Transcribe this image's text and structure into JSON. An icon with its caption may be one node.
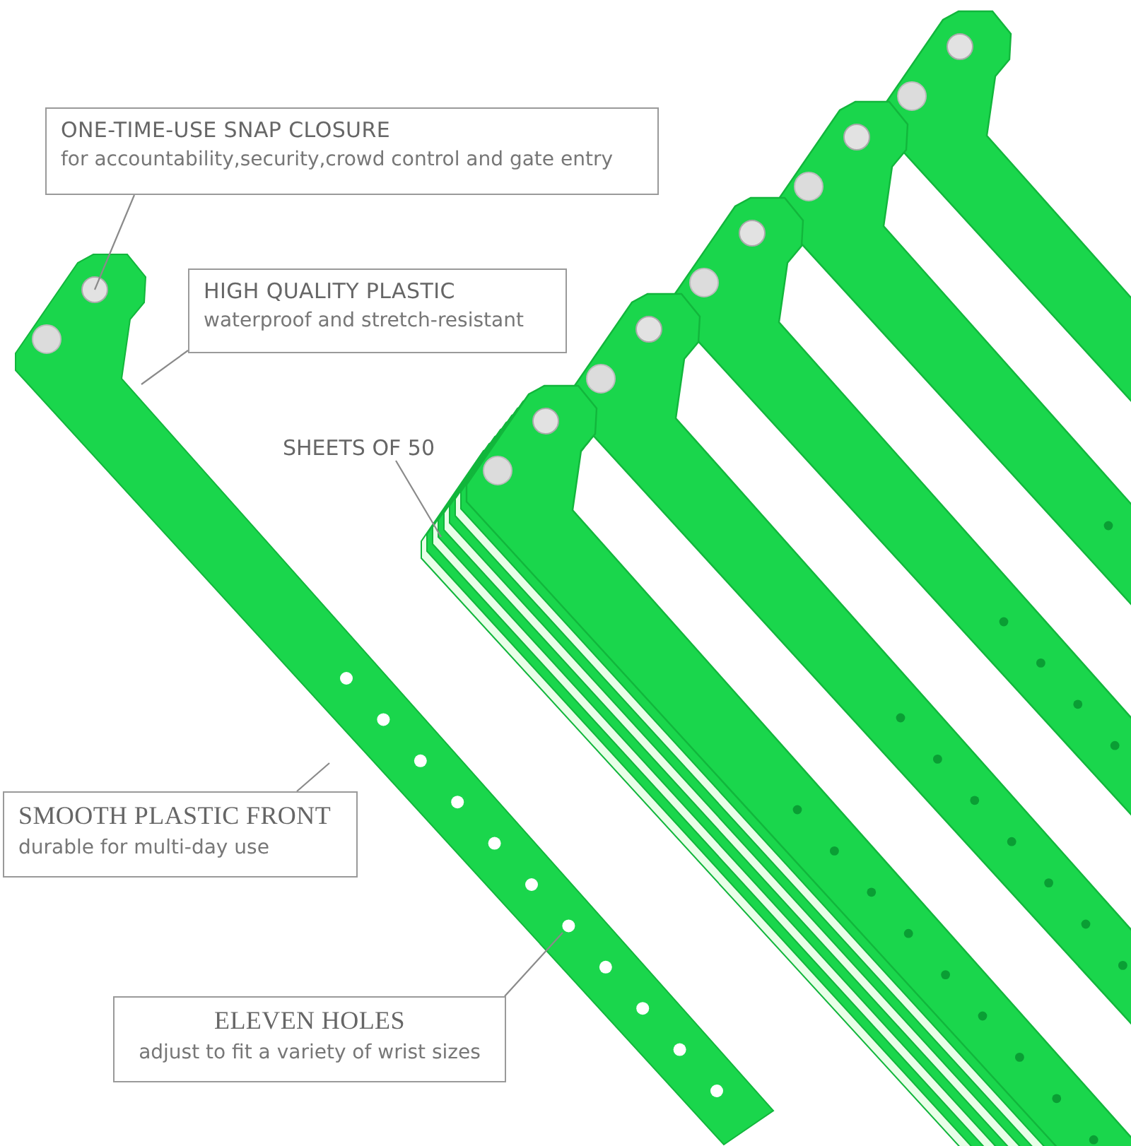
{
  "diagram": {
    "nodes": [
      {
        "text": [
          "ONE-TIME-USE SNAP CLOSURE",
          "for accountability,security,crowd control and gate entry"
        ]
      },
      {
        "text": [],
        "shape": "circle",
        "in": 3
      },
      {
        "text": [
          "HIGH QUALITY PLASTIC",
          "waterproof and stretch-resistant"
        ]
      },
      {
        "text": [],
        "shape": "picture"
      },
      {
        "text": [
          "SHEETS OF 50"
        ]
      },
      {
        "text": [],
        "shape": "picture"
      },
      {
        "text": [
          "SMOOTH PLASTIC FRONT",
          "durable for multi-day use"
        ]
      },
      {
        "text": [
          "ELEVEN HOLES",
          "adjust to fit a variety of wrist sizes"
        ]
      }
    ],
    "edges": [
      {
        "from": 0,
        "to": 1,
        "arrow": "none"
      },
      {
        "from": 2,
        "to": 3,
        "arrow": "none"
      },
      {
        "from": 4,
        "to": 5,
        "arrow": "none"
      },
      {
        "from": 6,
        "to": 3,
        "arrow": "none"
      },
      {
        "from": 7,
        "to": 3,
        "arrow": "none"
      }
    ]
  }
}
